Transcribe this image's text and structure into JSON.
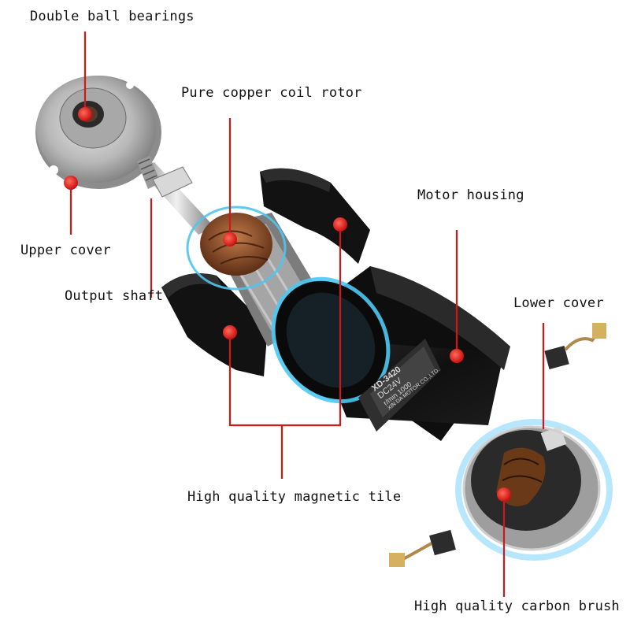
{
  "labels": {
    "double_ball_bearings": "Double ball bearings",
    "pure_copper_coil_rotor": "Pure copper coil rotor",
    "motor_housing": "Motor housing",
    "upper_cover": "Upper cover",
    "output_shaft": "Output shaft",
    "lower_cover": "Lower cover",
    "high_quality_magnetic_tile": "High quality magnetic tile",
    "high_quality_carbon_brush": "High quality carbon brush"
  },
  "nameplate": {
    "model": "XD-3420",
    "voltage": "DC24V",
    "speed": "r/min 1000",
    "maker": "XIN DA MOTOR CO.,LTD."
  },
  "colors": {
    "leader": "#d01818",
    "marker": "#e0201c",
    "glow": "#6fd6ff",
    "housing": "#141414"
  }
}
